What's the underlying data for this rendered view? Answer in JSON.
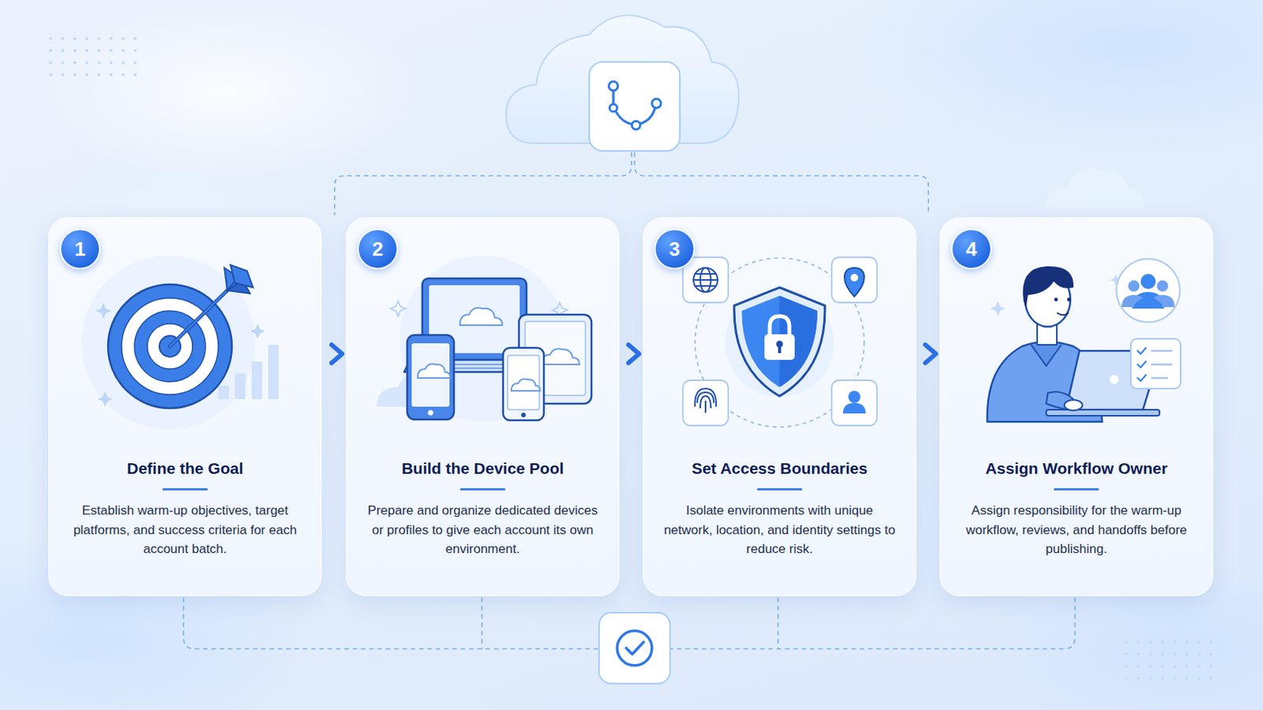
{
  "diagram": {
    "nodes": [
      {
        "text": [
          "Define the Goal",
          "Establish warm-up objectives, target platforms, and success criteria for each account batch."
        ]
      },
      {
        "text": [
          "1"
        ],
        "in": 0
      },
      {
        "text": [
          "Build the Device Pool",
          "Prepare and organize dedicated devices or profiles to give each account its own environment."
        ]
      },
      {
        "text": [
          "2"
        ],
        "in": 2
      },
      {
        "text": [
          "Set Access Boundaries",
          "Isolate environments with unique network, location, and identity settings to reduce risk."
        ]
      },
      {
        "text": [
          "3"
        ],
        "in": 4
      },
      {
        "text": [
          "Assign Workflow Owner",
          "Assign responsibility for the warm-up workflow, reviews, and handoffs before publishing."
        ]
      },
      {
        "text": [
          "4"
        ],
        "in": 6
      }
    ],
    "edges": [
      {
        "from": 0,
        "to": 2,
        "arrow": "to"
      },
      {
        "from": 2,
        "to": 4,
        "arrow": "to"
      },
      {
        "from": 4,
        "to": 6,
        "arrow": "to"
      }
    ]
  }
}
